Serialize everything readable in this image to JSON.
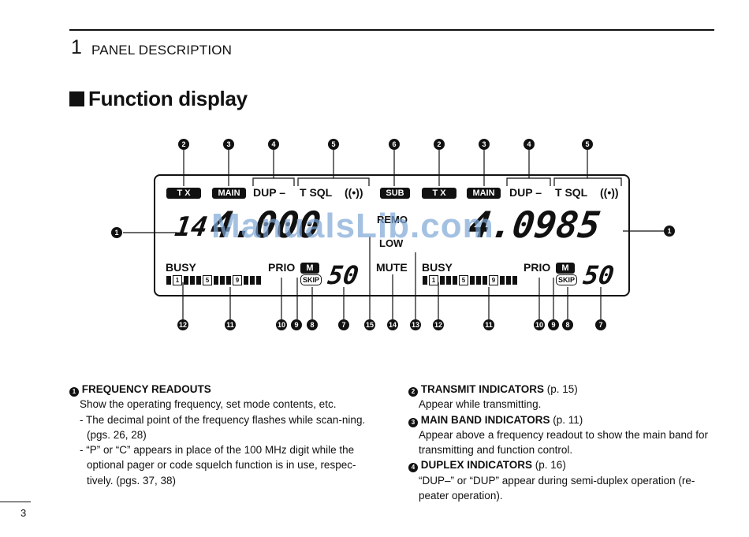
{
  "header": {
    "section_number": "1",
    "section_title": "PANEL DESCRIPTION"
  },
  "heading": "Function display",
  "callout_numbers": {
    "top": [
      "2",
      "3",
      "4",
      "5",
      "6",
      "2",
      "3",
      "4",
      "5"
    ],
    "side": [
      "1",
      "1"
    ],
    "bottom": [
      "12",
      "11",
      "10",
      "9",
      "8",
      "7",
      "15",
      "14",
      "13",
      "12",
      "11",
      "10",
      "9",
      "8",
      "7"
    ]
  },
  "display": {
    "left": {
      "tx": "T X",
      "main": "MAIN",
      "dup": "DUP –",
      "tsql": "T SQL",
      "tone_icon": "((•))",
      "busy": "BUSY",
      "prio": "PRIO",
      "mem": "M",
      "skip": "SKIP",
      "channel": "50",
      "freq_prefix": "14",
      "freq": "4.000",
      "scale_marks": [
        "1",
        "5",
        "9"
      ]
    },
    "center": {
      "sub": "SUB",
      "remo": "REMO",
      "low": "LOW",
      "mute": "MUTE"
    },
    "right": {
      "tx": "T X",
      "main": "MAIN",
      "dup": "DUP –",
      "tsql": "T SQL",
      "tone_icon": "((•))",
      "busy": "BUSY",
      "prio": "PRIO",
      "mem": "M",
      "skip": "SKIP",
      "channel": "50",
      "freq": "4.0985",
      "scale_marks": [
        "1",
        "5",
        "9"
      ]
    }
  },
  "watermark": "ManualsLib.com",
  "sections": [
    {
      "num": "1",
      "title": "FREQUENCY READOUTS",
      "ref": "",
      "body": [
        "Show the operating frequency, set mode contents, etc."
      ],
      "bullets": [
        "- The decimal point of the frequency flashes while scan-ning. (pgs. 26, 28)",
        "- “P” or “C” appears in place of the 100 MHz digit while the optional pager or code squelch function is in use, respec-tively. (pgs. 37, 38)"
      ]
    },
    {
      "num": "2",
      "title": "TRANSMIT INDICATORS",
      "ref": "(p. 15)",
      "body": [
        "Appear while transmitting."
      ],
      "bullets": []
    },
    {
      "num": "3",
      "title": "MAIN BAND INDICATORS",
      "ref": "(p. 11)",
      "body": [
        "Appear above a frequency readout to show the main band for transmitting and function control."
      ],
      "bullets": []
    },
    {
      "num": "4",
      "title": "DUPLEX INDICATORS",
      "ref": "(p. 16)",
      "body": [
        "“DUP–” or “DUP” appear during semi-duplex operation (re-peater operation)."
      ],
      "bullets": []
    }
  ],
  "page_number": "3"
}
